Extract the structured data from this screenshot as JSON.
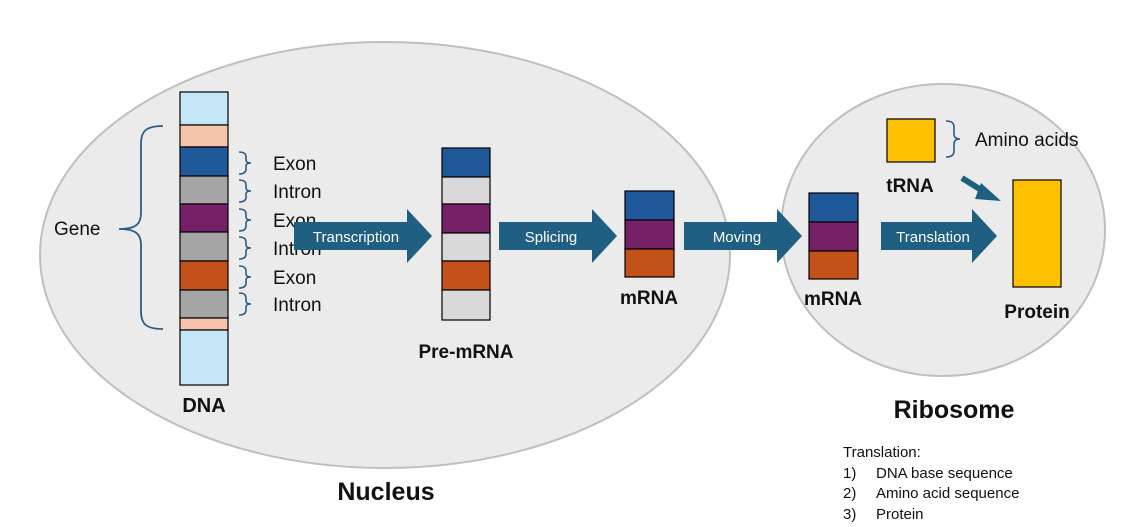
{
  "labels": {
    "gene": "Gene",
    "dna": "DNA",
    "exon": "Exon",
    "intron": "Intron",
    "pre_mrna": "Pre-mRNA",
    "mrna": "mRNA",
    "trna": "tRNA",
    "amino_acids": "Amino acids",
    "protein": "Protein",
    "nucleus": "Nucleus",
    "ribosome": "Ribosome"
  },
  "arrows": {
    "transcription": "Transcription",
    "splicing": "Splicing",
    "moving": "Moving",
    "translation": "Translation"
  },
  "notes": {
    "title": "Translation:",
    "items": [
      {
        "num": "1)",
        "text": "DNA base sequence"
      },
      {
        "num": "2)",
        "text": "Amino acid sequence"
      },
      {
        "num": "3)",
        "text": "Protein"
      }
    ]
  },
  "colors": {
    "dna_end": "#c5e6f6",
    "utr": "#f6c4aa",
    "exon_blue": "#20599a",
    "intron_gray": "#a5a5a5",
    "exon_purple": "#762068",
    "exon_orange": "#c2511a",
    "intron_light": "#d9d9d9",
    "arrow": "#1e5f82",
    "amino_gold": "#ffc000",
    "cell": "#ebebeb"
  }
}
